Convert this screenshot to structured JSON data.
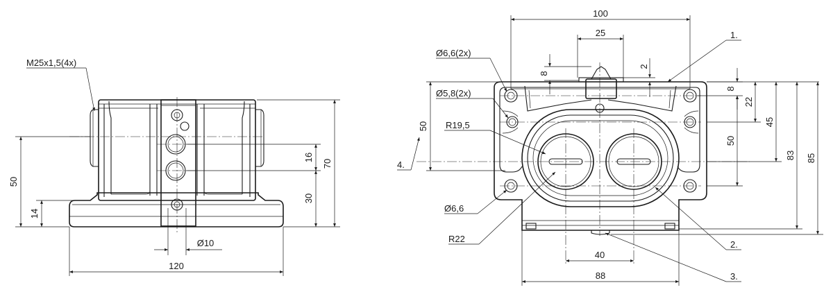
{
  "side_view": {
    "thread_note": "M25x1,5(4x)",
    "dim_width": "120",
    "dim_hole_dia": "Ø10",
    "dim_height_total": "70",
    "dim_16": "16",
    "dim_30": "30",
    "dim_50": "50",
    "dim_14": "14"
  },
  "front_view": {
    "dim_100": "100",
    "dim_25": "25",
    "dim_8_top": "8",
    "dim_2": "2",
    "dim_8_right": "8",
    "dim_22": "22",
    "dim_45": "45",
    "dim_50_right": "50",
    "dim_83": "83",
    "dim_85": "85",
    "dim_50_left": "50",
    "dim_40": "40",
    "dim_88": "88",
    "note_hole_66_2x": "Ø6,6(2x)",
    "note_hole_58_2x": "Ø5,8(2x)",
    "note_r195": "R19,5",
    "note_hole_66": "Ø6,6",
    "note_r22": "R22",
    "callout_1": "1.",
    "callout_2": "2.",
    "callout_3": "3.",
    "callout_4": "4."
  }
}
